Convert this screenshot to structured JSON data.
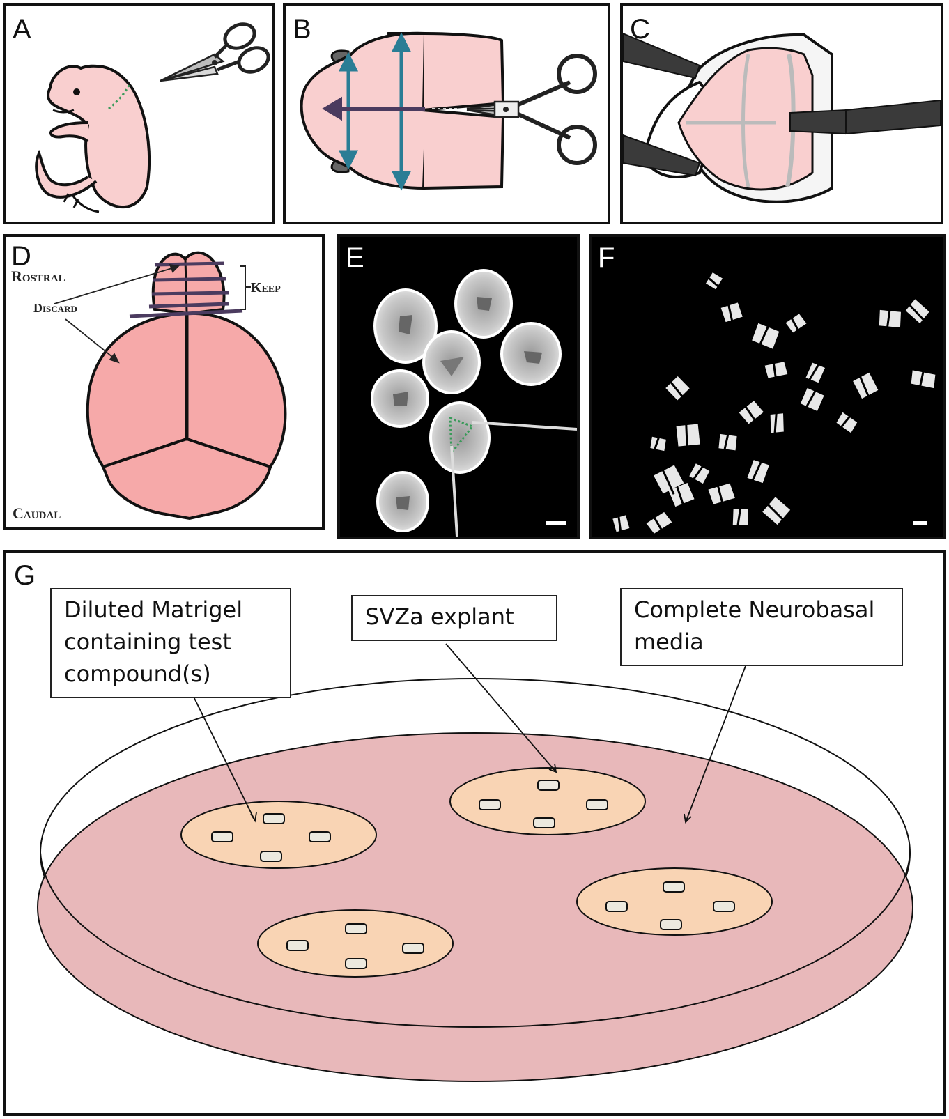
{
  "panels": {
    "a": {
      "label": "A"
    },
    "b": {
      "label": "B"
    },
    "c": {
      "label": "C"
    },
    "d": {
      "label": "D",
      "rostral": "Rostral",
      "keep": "Keep",
      "discard": "Discard",
      "caudal": "Caudal"
    },
    "e": {
      "label": "E"
    },
    "f": {
      "label": "F"
    },
    "g": {
      "label": "G",
      "matrigel_label": "Diluted Matrigel containing test compound(s)",
      "explant_label": "SVZa explant",
      "media_label": "Complete Neurobasal media"
    }
  },
  "colors": {
    "skin": "#f9cfcf",
    "brain": "#f6a9a9",
    "arrow_teal": "#2a7d95",
    "arrow_purple": "#4b3b5f",
    "dish_fill": "#e8b8ba",
    "droplet_fill": "#f9d4b4",
    "explant_fill": "#ece9df"
  }
}
